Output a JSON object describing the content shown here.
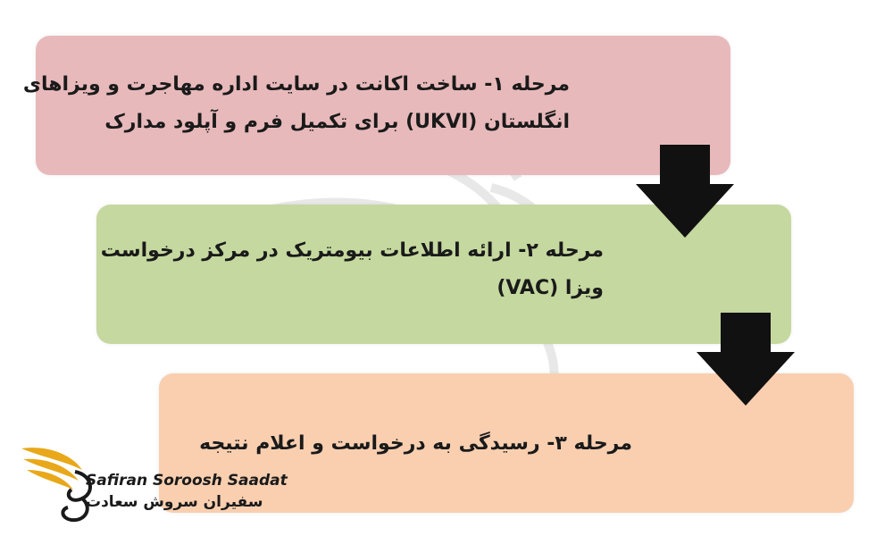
{
  "steps": [
    {
      "lines": [
        "مرحله ۱- ساخت اکانت در سایت اداره مهاجرت و ویزاهای",
        "انگلستان (UKVI) برای تکمیل فرم و آپلود مدارک"
      ],
      "color": "#e8b9bb"
    },
    {
      "lines": [
        "مرحله ۲- ارائه اطلاعات بیومتریک در مرکز درخواست",
        "ویزا (VAC)"
      ],
      "color": "#c5d89f"
    },
    {
      "lines": [
        "مرحله ۳- رسیدگی به درخواست و اعلام نتیجه"
      ],
      "color": "#f9cfb0"
    }
  ],
  "logo": {
    "name_en": "Safiran Soroosh Saadat",
    "name_fa": "سفیران سروش سعادت",
    "accent_color": "#e8a81a"
  },
  "arrow_color": "#111111"
}
